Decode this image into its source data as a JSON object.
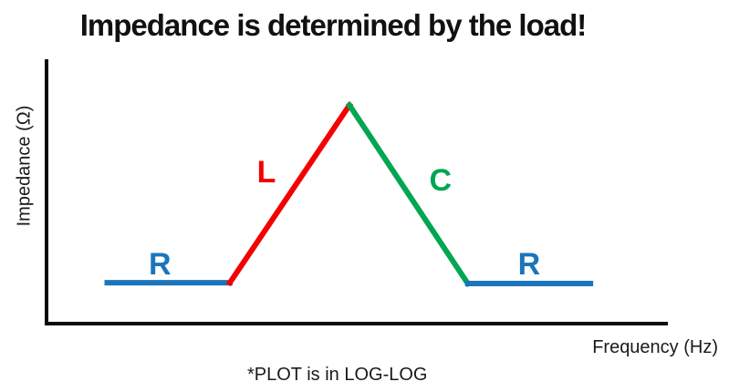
{
  "chart_data": {
    "type": "line",
    "title": "Impedance is determined by the load!",
    "xlabel": "Frequency (Hz)",
    "ylabel": "Impedance (Ω)",
    "scale": "log-log",
    "annotation": "*PLOT is in LOG-LOG",
    "axis_color": "#0d0d0d",
    "ticks": "none",
    "grid": false,
    "legend": "inline-labels",
    "xlim_normalized": [
      0,
      1
    ],
    "ylim_normalized": [
      0,
      1
    ],
    "series": [
      {
        "name": "resistive-region-left",
        "label": "R",
        "color": "#1b75bc",
        "points": [
          [
            0.095,
            0.149
          ],
          [
            0.293,
            0.149
          ]
        ],
        "label_pos": [
          0.18,
          0.219
        ]
      },
      {
        "name": "inductive-region",
        "label": "L",
        "color": "#f40000",
        "points": [
          [
            0.293,
            0.149
          ],
          [
            0.486,
            0.825
          ]
        ],
        "label_pos": [
          0.352,
          0.569
        ]
      },
      {
        "name": "capacitive-region",
        "label": "C",
        "color": "#00a651",
        "points": [
          [
            0.486,
            0.825
          ],
          [
            0.677,
            0.146
          ]
        ],
        "label_pos": [
          0.633,
          0.538
        ]
      },
      {
        "name": "resistive-region-right",
        "label": "R",
        "color": "#1b75bc",
        "points": [
          [
            0.677,
            0.146
          ],
          [
            0.875,
            0.146
          ]
        ],
        "label_pos": [
          0.776,
          0.219
        ]
      }
    ]
  }
}
